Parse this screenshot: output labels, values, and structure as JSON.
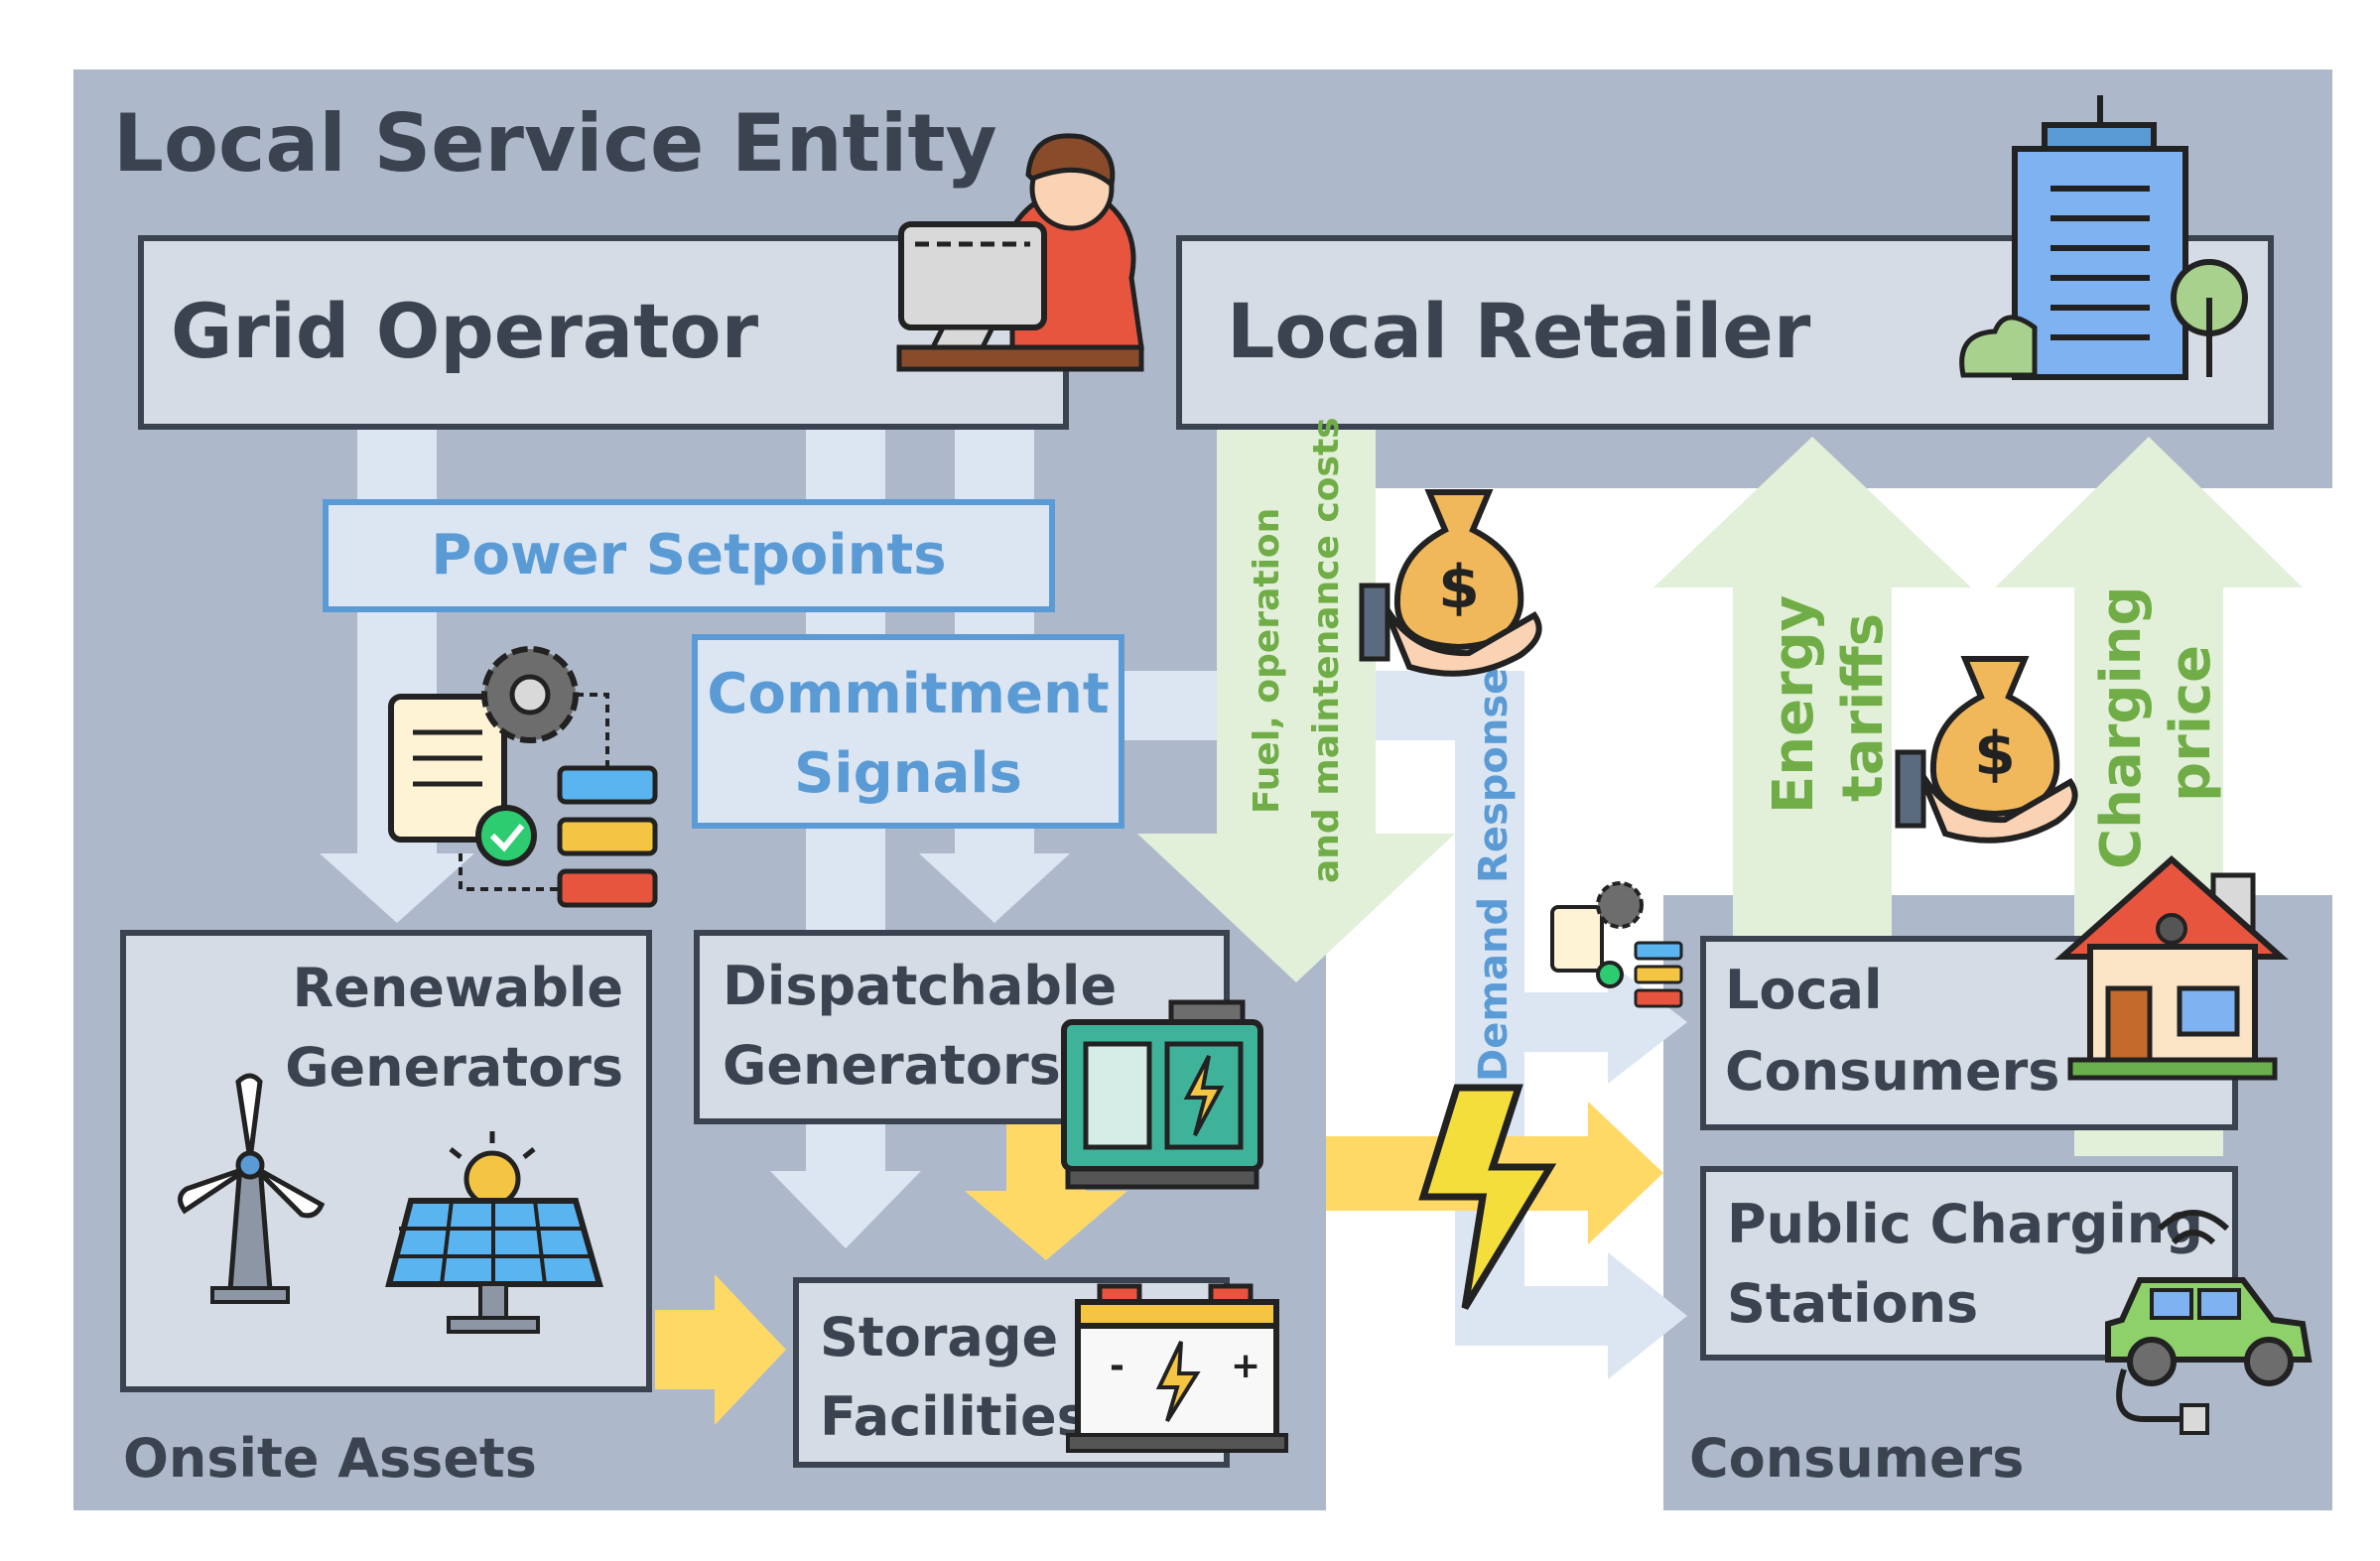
{
  "colors": {
    "region_bg": "#adb9ca",
    "box_fill": "#d6dce5",
    "box_border": "#3c4350",
    "blue_text": "#5b9bd5",
    "green_text": "#70ad47",
    "light_blue_arrow": "#dce6f2",
    "light_green_arrow": "#e2efd9",
    "yellow_arrow": "#ffd966"
  },
  "regions": {
    "local_service_entity": "Local Service Entity",
    "onsite_assets": "Onsite Assets",
    "consumers": "Consumers"
  },
  "boxes": {
    "grid_operator": "Grid Operator",
    "local_retailer": "Local Retailer",
    "renewable_line1": "Renewable",
    "renewable_line2": "Generators",
    "dispatchable_line1": "Dispatchable",
    "dispatchable_line2": "Generators",
    "storage_line1": "Storage",
    "storage_line2": "Facilities",
    "local_consumers_line1": "Local",
    "local_consumers_line2": "Consumers",
    "public_charging_line1": "Public Charging",
    "public_charging_line2": "Stations"
  },
  "signals": {
    "power_setpoints": "Power Setpoints",
    "commitment_line1": "Commitment",
    "commitment_line2": "Signals",
    "demand_response": "Demand Response"
  },
  "money_flows": {
    "fuel_line1": "Fuel, operation",
    "fuel_line2": "and maintenance costs",
    "energy_line1": "Energy",
    "energy_line2": "tariffs",
    "charging_line1": "Charging",
    "charging_line2": "price"
  },
  "icons": [
    "operator-person-icon",
    "office-building-icon",
    "schedule-document-icon",
    "money-bag-icon",
    "wind-turbine-icon",
    "solar-panel-icon",
    "generator-icon",
    "battery-icon",
    "lightning-icon",
    "house-icon",
    "electric-car-icon"
  ]
}
